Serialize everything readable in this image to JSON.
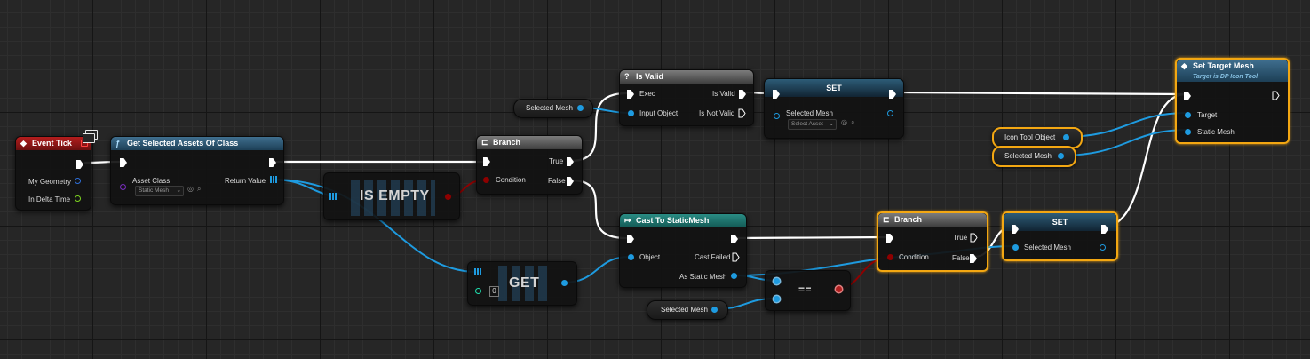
{
  "nodes": {
    "event_tick": {
      "title": "Event Tick",
      "pins": [
        "My Geometry",
        "In Delta Time"
      ]
    },
    "get_selected_assets": {
      "title": "Get Selected Assets Of Class",
      "asset_class_label": "Asset Class",
      "asset_class_value": "Static Mesh",
      "return_label": "Return Value"
    },
    "is_empty": {
      "title": "IS EMPTY"
    },
    "get": {
      "title": "GET",
      "index": "0"
    },
    "branch_1": {
      "title": "Branch",
      "condition": "Condition",
      "true": "True",
      "false": "False"
    },
    "is_valid": {
      "title": "Is Valid",
      "exec": "Exec",
      "input": "Input Object",
      "valid": "Is Valid",
      "not_valid": "Is Not Valid"
    },
    "set_1": {
      "title": "SET",
      "pin": "Selected Mesh",
      "combo": "Select Asset"
    },
    "cast": {
      "title": "Cast To StaticMesh",
      "object": "Object",
      "failed": "Cast Failed",
      "as": "As Static Mesh"
    },
    "equals": {
      "title": "=="
    },
    "branch_2": {
      "title": "Branch",
      "condition": "Condition",
      "true": "True",
      "false": "False"
    },
    "set_2": {
      "title": "SET",
      "pin": "Selected Mesh"
    },
    "set_target": {
      "title": "Set Target Mesh",
      "subtitle": "Target is DP Icon Tool",
      "target": "Target",
      "static_mesh": "Static Mesh"
    }
  },
  "variables": {
    "selected_mesh_1": "Selected Mesh",
    "selected_mesh_2": "Selected Mesh",
    "icon_tool_object": "Icon Tool Object",
    "selected_mesh_3": "Selected Mesh"
  },
  "colors": {
    "exec": "#ffffff",
    "object": "#1e9be0",
    "bool": "#8e0000",
    "struct": "#2e6fd8",
    "float": "#7cd320",
    "selection": "#f3a712"
  }
}
